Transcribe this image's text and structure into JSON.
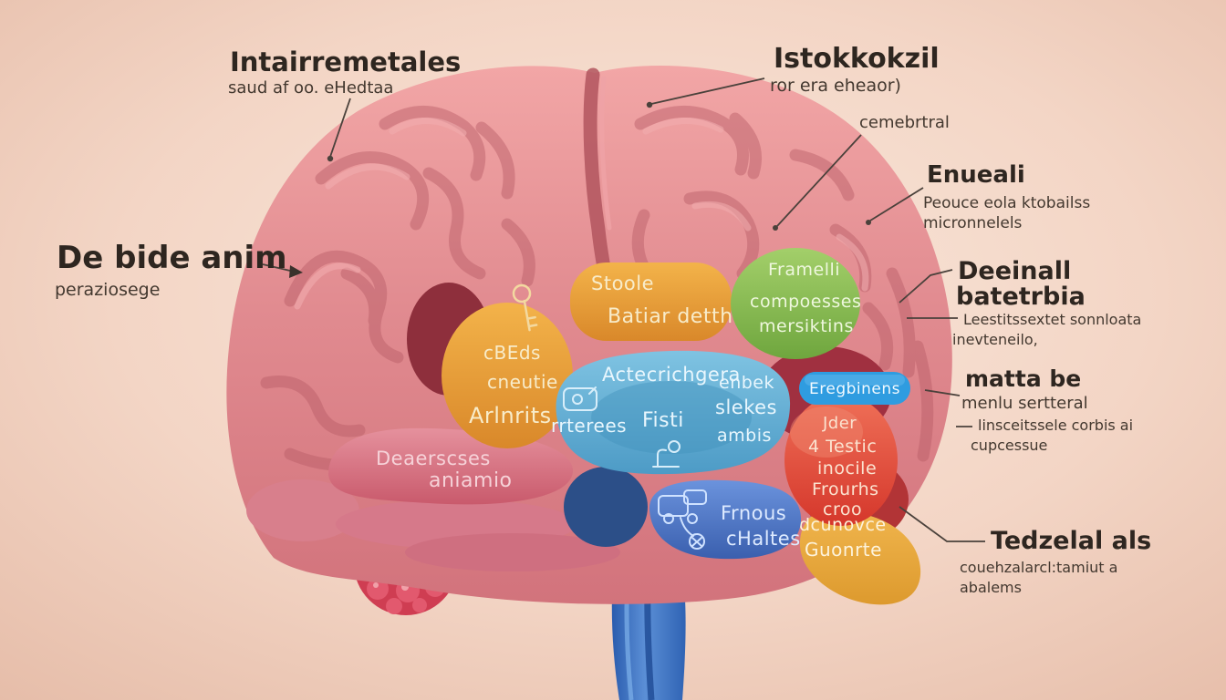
{
  "figure": {
    "description": "Stylized 3D illustration of a human brain with colored sub-regions and garbled annotation labels",
    "background_top": "#f9e8db",
    "background_bottom": "#eac3b1"
  },
  "labels": {
    "top_left": {
      "title": "Intairremetales",
      "subtitle": "saud af oo. eHedtaa"
    },
    "top_right": {
      "title": "Istokkokzil",
      "subtitle": "ror era eheaor)"
    },
    "cerebral": {
      "title": "cemebrtral"
    },
    "enueali": {
      "title": "Enueali",
      "line1": "Peouce eola ktobailss",
      "line2": "micronnelels"
    },
    "de_bide": {
      "title": "De bide anim",
      "subtitle": "peraziosege"
    },
    "deeinall": {
      "title_line1": "Deeinall",
      "title_line2": "batetrbia",
      "line1": "Leestitssextet sonnloata",
      "line2": "inevteneilo,"
    },
    "matta": {
      "title": "matta be",
      "subtitle": "menlu sertteral",
      "line1": "linsceitssele corbis ai",
      "line2": "cupcessue"
    },
    "tedelal": {
      "title": "Tedzelal als",
      "line1": "couehzalarcl:tamiut a",
      "line2": "abalems"
    }
  },
  "regions": {
    "orange_left": {
      "color": "#df9230",
      "lines": [
        "cBEds",
        "cneutie",
        "Arlnrits"
      ]
    },
    "orange_top": {
      "color": "#e8a02c",
      "line1": "Stoole",
      "line2": "Batiar detthe"
    },
    "green": {
      "color": "#7fb347",
      "lines": [
        "Framelli",
        "compoesses",
        "mersiktins"
      ]
    },
    "blue_main": {
      "color": "#58a8d2",
      "title": "Actecrichgera",
      "right": [
        "enbek",
        "slekes",
        "ambis"
      ],
      "left": "rrterees",
      "center": "Fisti"
    },
    "pink_band": {
      "color": "#d5697a",
      "line1": "Deaerscses",
      "line2": "aniamio"
    },
    "blue_pill": {
      "color": "#2f9ce0",
      "label": "Eregbinens"
    },
    "red": {
      "color": "#e0453a",
      "lines": [
        "Jder",
        "4 Testic",
        "inocile",
        "Frourhs",
        "croo"
      ]
    },
    "blue_bottom": {
      "color": "#4a74c4",
      "line1": "Frnous",
      "line2": "cHaltes"
    },
    "yellow": {
      "color": "#e8a63c",
      "line1": "dcunovce",
      "line2": "Guonrte"
    }
  },
  "anatomy": {
    "brain_color": "#e18b90",
    "cerebellum_color": "#d63d52",
    "brainstem_color": "#2f63b8"
  }
}
